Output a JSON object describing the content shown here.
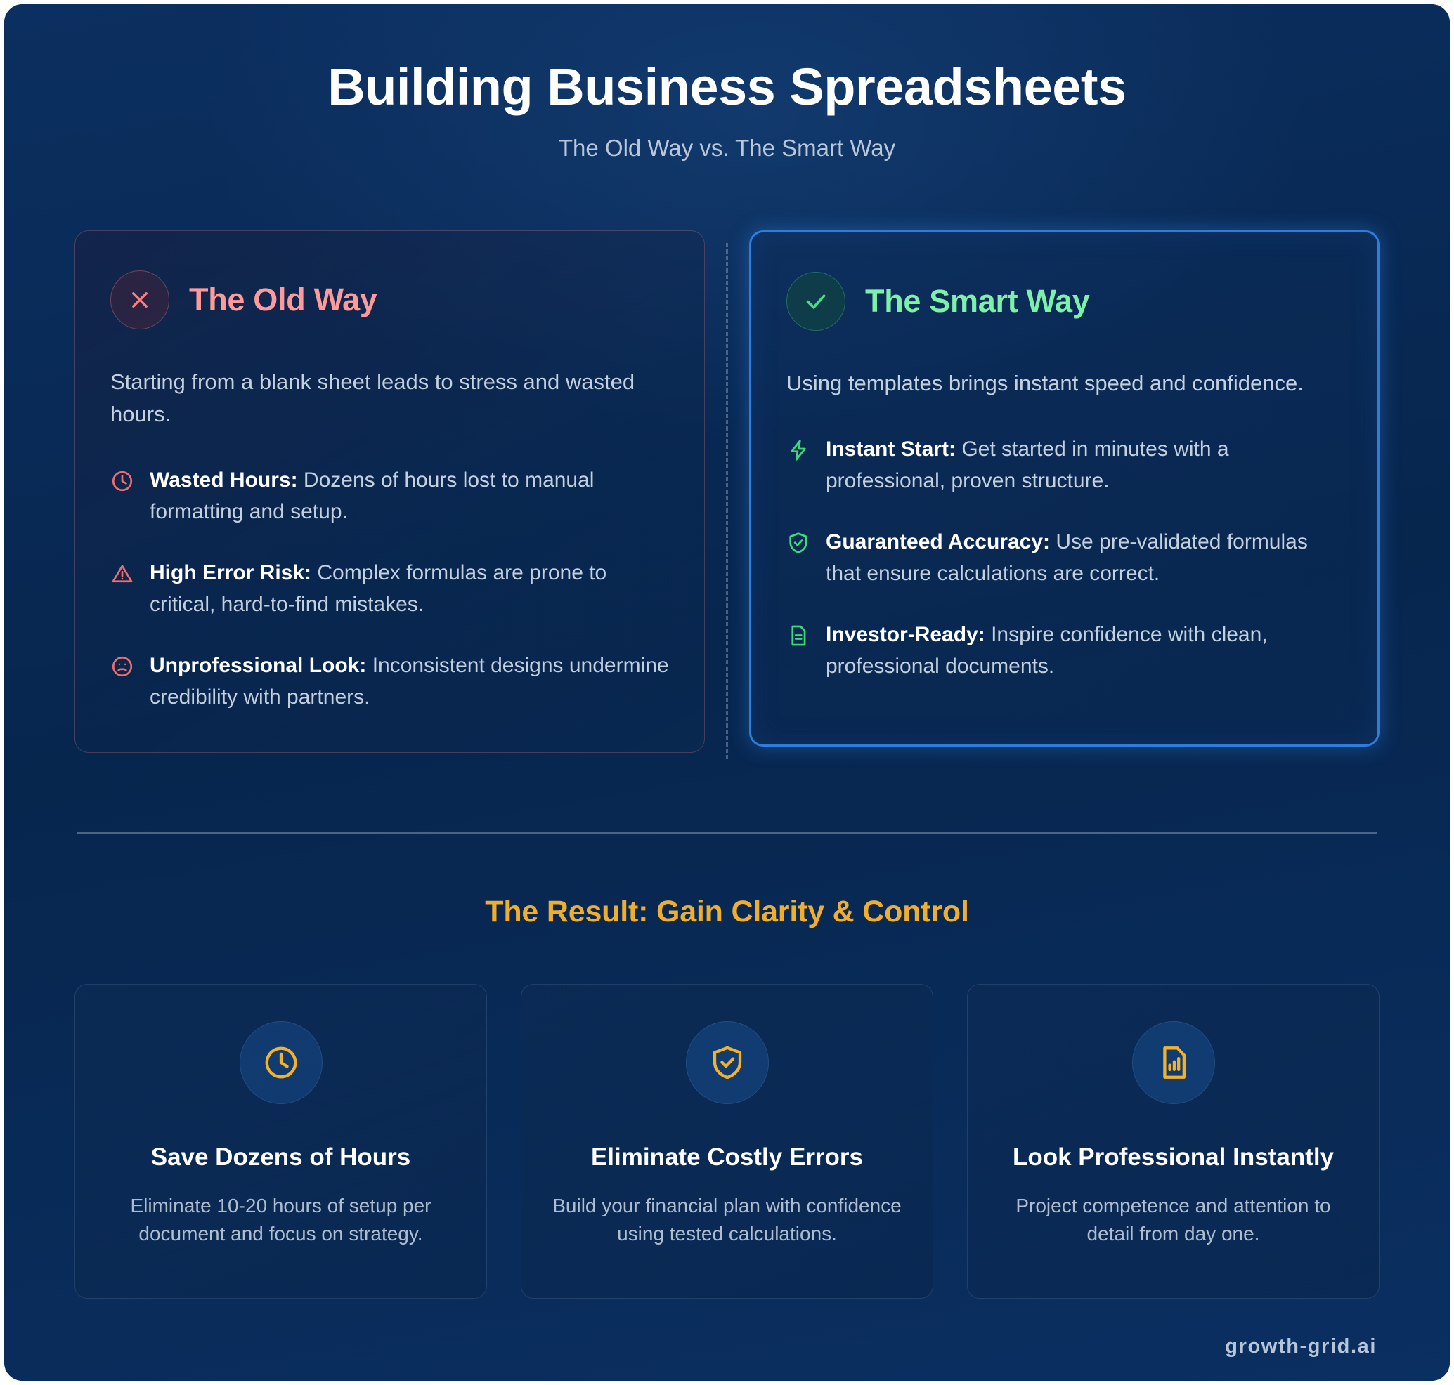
{
  "header": {
    "title": "Building Business Spreadsheets",
    "subtitle": "The Old Way vs. The Smart Way"
  },
  "colors": {
    "background": "#07264e",
    "old_accent": "#ff9a9a",
    "smart_accent": "#7ff0a8",
    "result_accent": "#efae2e",
    "smart_card_border": "#2f7ddb",
    "body_text": "#c3d0de"
  },
  "old_way": {
    "icon": "x-circle-icon",
    "title": "The Old Way",
    "lede": "Starting from a blank sheet leads to stress and wasted hours.",
    "features": [
      {
        "icon": "clock-icon",
        "label": "Wasted Hours:",
        "text": " Dozens of hours lost to manual formatting and setup."
      },
      {
        "icon": "alert-triangle-icon",
        "label": "High Error Risk:",
        "text": " Complex formulas are prone to critical, hard-to-find mistakes."
      },
      {
        "icon": "frown-face-icon",
        "label": "Unprofessional Look:",
        "text": " Inconsistent designs undermine credibility with partners."
      }
    ]
  },
  "smart_way": {
    "icon": "check-circle-icon",
    "title": "The Smart Way",
    "lede": "Using templates brings instant speed and confidence.",
    "features": [
      {
        "icon": "lightning-bolt-icon",
        "label": "Instant Start:",
        "text": " Get started in minutes with a professional, proven structure."
      },
      {
        "icon": "shield-check-icon",
        "label": "Guaranteed Accuracy:",
        "text": " Use pre-validated formulas that ensure calculations are correct."
      },
      {
        "icon": "file-text-icon",
        "label": "Investor-Ready:",
        "text": " Inspire confidence with clean, professional documents."
      }
    ]
  },
  "result": {
    "title": "The Result: Gain Clarity & Control",
    "cards": [
      {
        "icon": "clock-icon",
        "title": "Save Dozens of Hours",
        "desc": "Eliminate 10-20 hours of setup per document and focus on strategy."
      },
      {
        "icon": "shield-check-icon",
        "title": "Eliminate Costly Errors",
        "desc": "Build your financial plan with confidence using tested calculations."
      },
      {
        "icon": "file-chart-icon",
        "title": "Look Professional Instantly",
        "desc": "Project competence and attention to detail from day one."
      }
    ]
  },
  "footer": {
    "brand": "growth-grid.ai"
  }
}
